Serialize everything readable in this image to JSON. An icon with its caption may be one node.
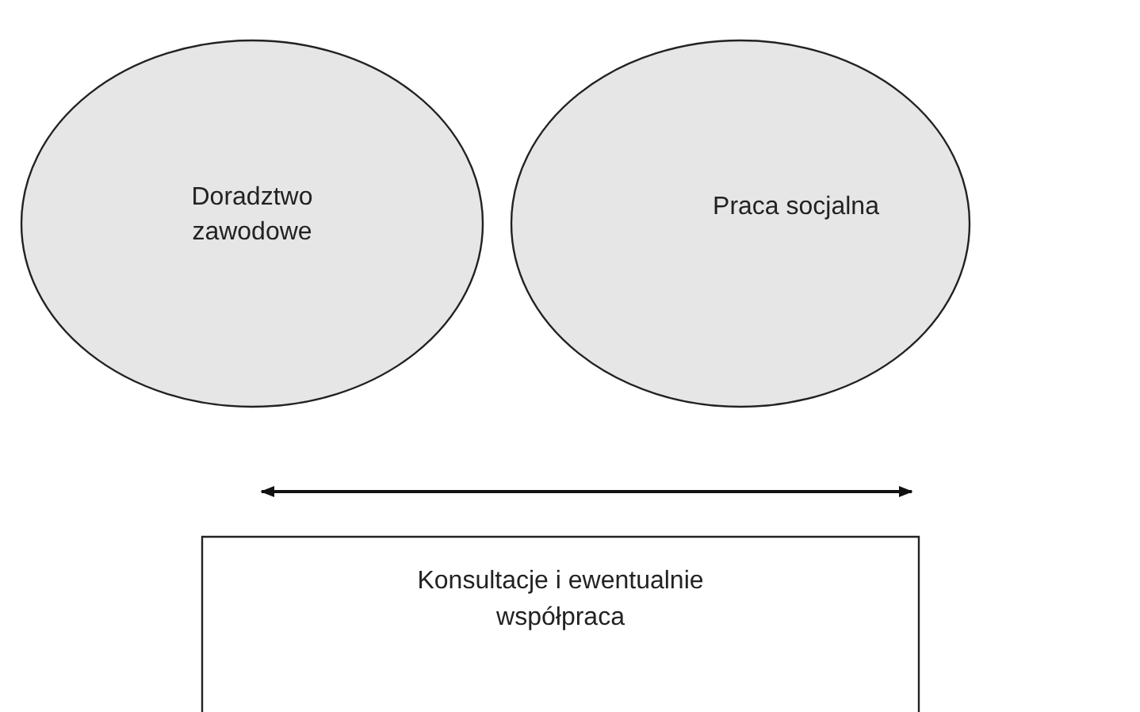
{
  "diagram": {
    "nodes": [
      {
        "text": [
          "Doradztwo zawodowe"
        ]
      },
      {
        "text": [
          "Praca socjalna"
        ]
      },
      {
        "text": [
          "Konsultacje i ewentualnie współpraca"
        ]
      }
    ]
  }
}
